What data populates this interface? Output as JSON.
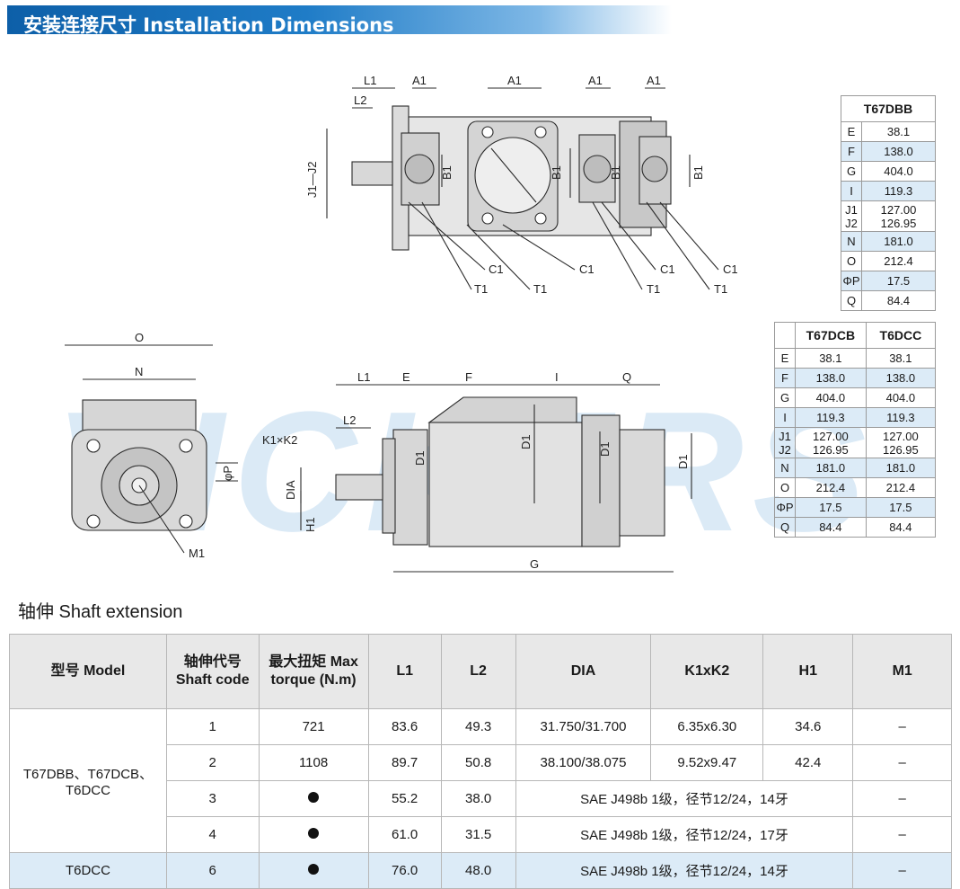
{
  "header": {
    "title": "安装连接尺寸 Installation Dimensions"
  },
  "watermark": {
    "text": "VICKERS"
  },
  "drawing_labels": {
    "L1": "L1",
    "L2": "L2",
    "A1": "A1",
    "B1": "B1",
    "J1J2": "J1—J2",
    "C1": "C1",
    "T1": "T1",
    "O": "O",
    "N": "N",
    "E": "E",
    "F": "F",
    "I": "I",
    "Q": "Q",
    "G": "G",
    "D1": "D1",
    "DIA": "DIA",
    "H1": "H1",
    "K1K2": "K1×K2",
    "P": "φP",
    "M1": "M1"
  },
  "table_t67dbb": {
    "header": "T67DBB",
    "rows": [
      {
        "k": "E",
        "v": "38.1"
      },
      {
        "k": "F",
        "v": "138.0"
      },
      {
        "k": "G",
        "v": "404.0"
      },
      {
        "k": "I",
        "v": "119.3"
      },
      {
        "k": "J1 J2",
        "v": "127.00 126.95"
      },
      {
        "k": "N",
        "v": "181.0"
      },
      {
        "k": "O",
        "v": "212.4"
      },
      {
        "k": "ΦP",
        "v": "17.5"
      },
      {
        "k": "Q",
        "v": "84.4"
      }
    ]
  },
  "table_t67dcb": {
    "headers": [
      "T67DCB",
      "T6DCC"
    ],
    "rows": [
      {
        "k": "E",
        "a": "38.1",
        "b": "38.1"
      },
      {
        "k": "F",
        "a": "138.0",
        "b": "138.0"
      },
      {
        "k": "G",
        "a": "404.0",
        "b": "404.0"
      },
      {
        "k": "I",
        "a": "119.3",
        "b": "119.3"
      },
      {
        "k": "J1 J2",
        "a": "127.00 126.95",
        "b": "127.00 126.95"
      },
      {
        "k": "N",
        "a": "181.0",
        "b": "181.0"
      },
      {
        "k": "O",
        "a": "212.4",
        "b": "212.4"
      },
      {
        "k": "ΦP",
        "a": "17.5",
        "b": "17.5"
      },
      {
        "k": "Q",
        "a": "84.4",
        "b": "84.4"
      }
    ]
  },
  "shaft": {
    "heading": "轴伸 Shaft extension",
    "headers": {
      "model": "型号 Model",
      "code": "轴伸代号 Shaft code",
      "torque": "最大扭矩 Max torque (N.m)",
      "l1": "L1",
      "l2": "L2",
      "dia": "DIA",
      "k": "K1xK2",
      "h1": "H1",
      "m1": "M1"
    },
    "model_group": "T67DBB、T67DCB、T6DCC",
    "rows": [
      {
        "code": "1",
        "torque": "721",
        "l1": "83.6",
        "l2": "49.3",
        "dia": "31.750/31.700",
        "k": "6.35x6.30",
        "h1": "34.6",
        "m1": "–"
      },
      {
        "code": "2",
        "torque": "1108",
        "l1": "89.7",
        "l2": "50.8",
        "dia": "38.100/38.075",
        "k": "9.52x9.47",
        "h1": "42.4",
        "m1": "–"
      },
      {
        "code": "3",
        "l1": "55.2",
        "l2": "38.0",
        "spline": "SAE J498b 1级，径节12/24，14牙",
        "m1": "–"
      },
      {
        "code": "4",
        "l1": "61.0",
        "l2": "31.5",
        "spline": "SAE J498b 1级，径节12/24，17牙",
        "m1": "–"
      },
      {
        "model": "T6DCC",
        "code": "6",
        "l1": "76.0",
        "l2": "48.0",
        "spline": "SAE J498b 1级，径节12/24，14牙",
        "m1": "–"
      }
    ]
  }
}
